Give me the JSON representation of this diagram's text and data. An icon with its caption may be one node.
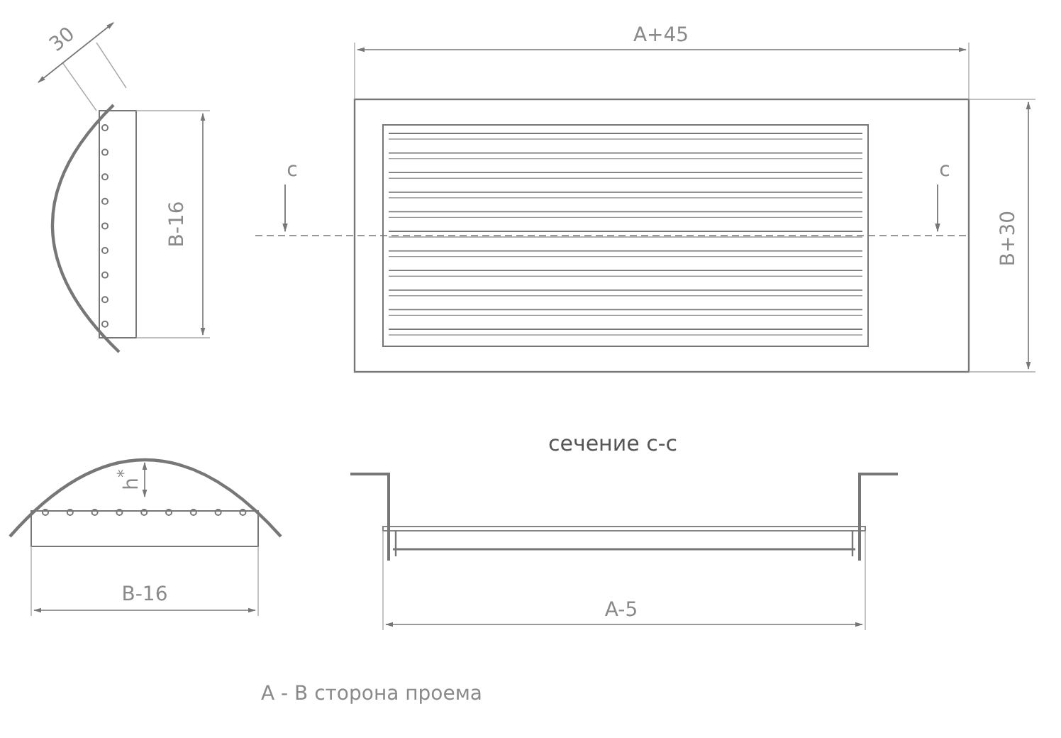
{
  "diagram": {
    "labels": [
      "30",
      "A+45",
      "c",
      "c",
      "B-16",
      "B+30",
      "сечение с-с",
      "h$^{*}$",
      "B-16",
      "A-5",
      "A - B сторона проема"
    ]
  }
}
